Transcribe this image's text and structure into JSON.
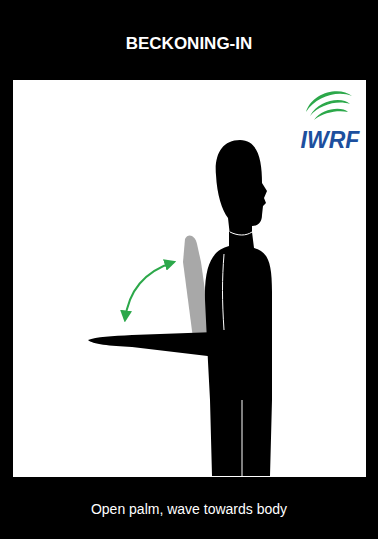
{
  "diagram": {
    "title": "BECKONING-IN",
    "caption": "Open palm, wave towards body",
    "labels": [
      "IWRF"
    ]
  }
}
